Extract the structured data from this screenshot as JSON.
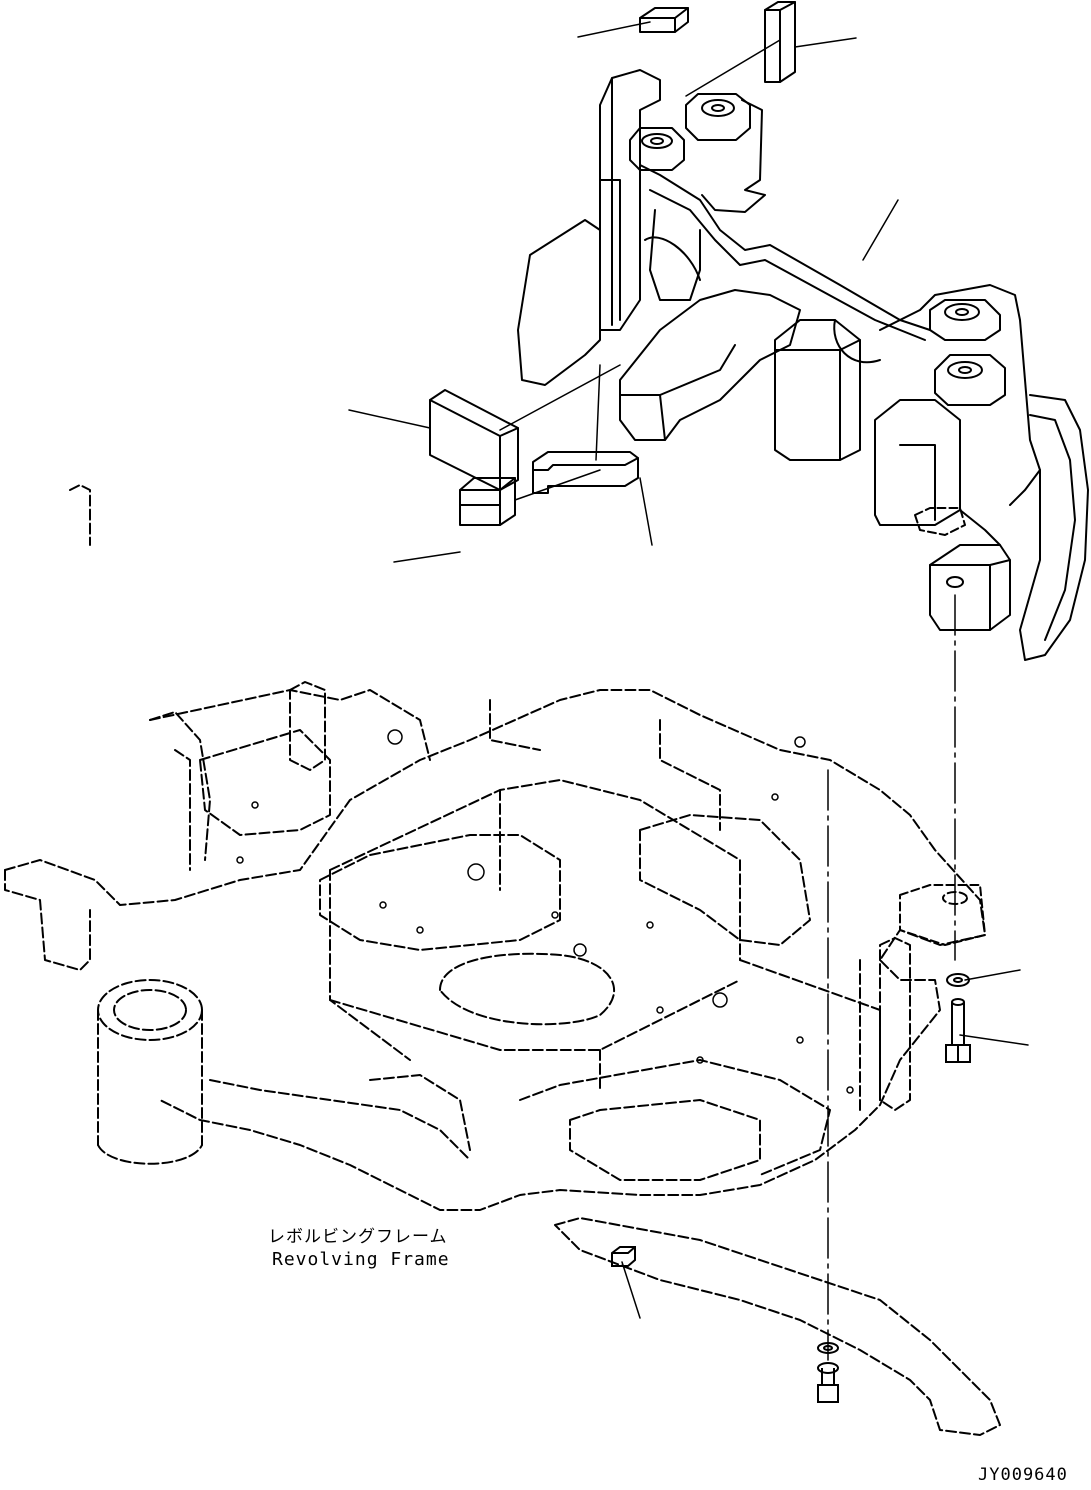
{
  "drawing": {
    "frame_label_jp": "レボルビングフレーム",
    "frame_label_en": "Revolving Frame",
    "drawing_id": "JY009640",
    "line_color": "#000000",
    "background": "#ffffff"
  }
}
